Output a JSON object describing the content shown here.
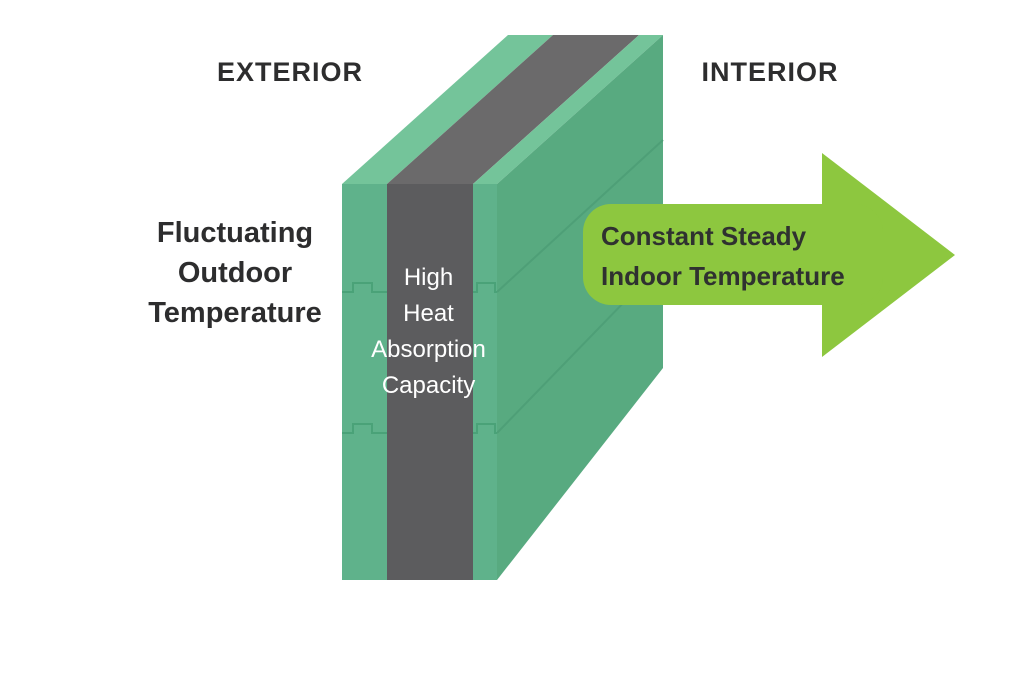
{
  "zones": {
    "exterior_label": "EXTERIOR",
    "interior_label": "INTERIOR"
  },
  "outdoor_annotation": {
    "lines": [
      "Fluctuating",
      "Outdoor",
      "Temperature"
    ]
  },
  "wall_core_label": {
    "lines": [
      "High",
      "Heat",
      "Absorption",
      "Capacity"
    ]
  },
  "indoor_arrow": {
    "lines": [
      "Constant Steady",
      "Indoor Temperature"
    ]
  },
  "colors": {
    "bg": "#ffffff",
    "front-green": "#5FB28B",
    "top-green": "#74C49A",
    "side-green": "#58AA80",
    "front-gray": "#5C5C5E",
    "top-gray": "#6B6A6B",
    "seam-green": "#4AA278",
    "seam-side": "#4C9E76",
    "arrow-green": "#8DC73F",
    "text-dark": "#2D2D2E",
    "text-on-arrow": "#2F3130",
    "text-white": "#FFFFFF"
  }
}
